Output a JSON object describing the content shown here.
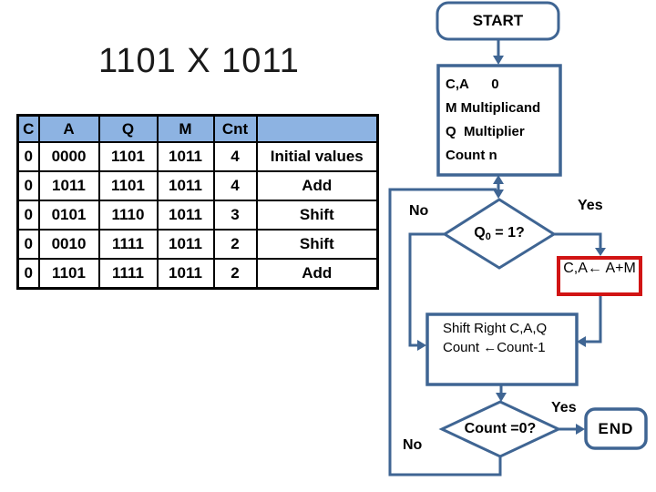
{
  "title": "1101 X 1011",
  "colors": {
    "flow_border": "#3f6593",
    "add_box_border": "#d11414",
    "table_header_fill": "#8db3e2",
    "text": "#000000"
  },
  "table": {
    "headers": [
      "C",
      "A",
      "Q",
      "M",
      "Cnt",
      ""
    ],
    "rows": [
      [
        "0",
        "0000",
        "1101",
        "1011",
        "4",
        "Initial values"
      ],
      [
        "0",
        "1011",
        "1101",
        "1011",
        "4",
        "Add"
      ],
      [
        "0",
        "0101",
        "1110",
        "1011",
        "3",
        "Shift"
      ],
      [
        "0",
        "0010",
        "1111",
        "1011",
        "2",
        "Shift"
      ],
      [
        "0",
        "1101",
        "1111",
        "1011",
        "2",
        "Add"
      ]
    ]
  },
  "flowchart": {
    "start": "START",
    "init_lines": [
      "C,A      0",
      "M Multiplicand",
      "Q  Multiplier",
      "Count n"
    ],
    "q0": {
      "base": "Q",
      "sub": "0",
      "rest": " = 1?"
    },
    "q0_no": "No",
    "q0_yes": "Yes",
    "add_box": "C,A← A+M",
    "shift_lines": [
      "Shift Right C,A,Q",
      "Count ←Count-1"
    ],
    "count": "Count =0?",
    "count_yes": "Yes",
    "count_no": "No",
    "end": "END"
  }
}
